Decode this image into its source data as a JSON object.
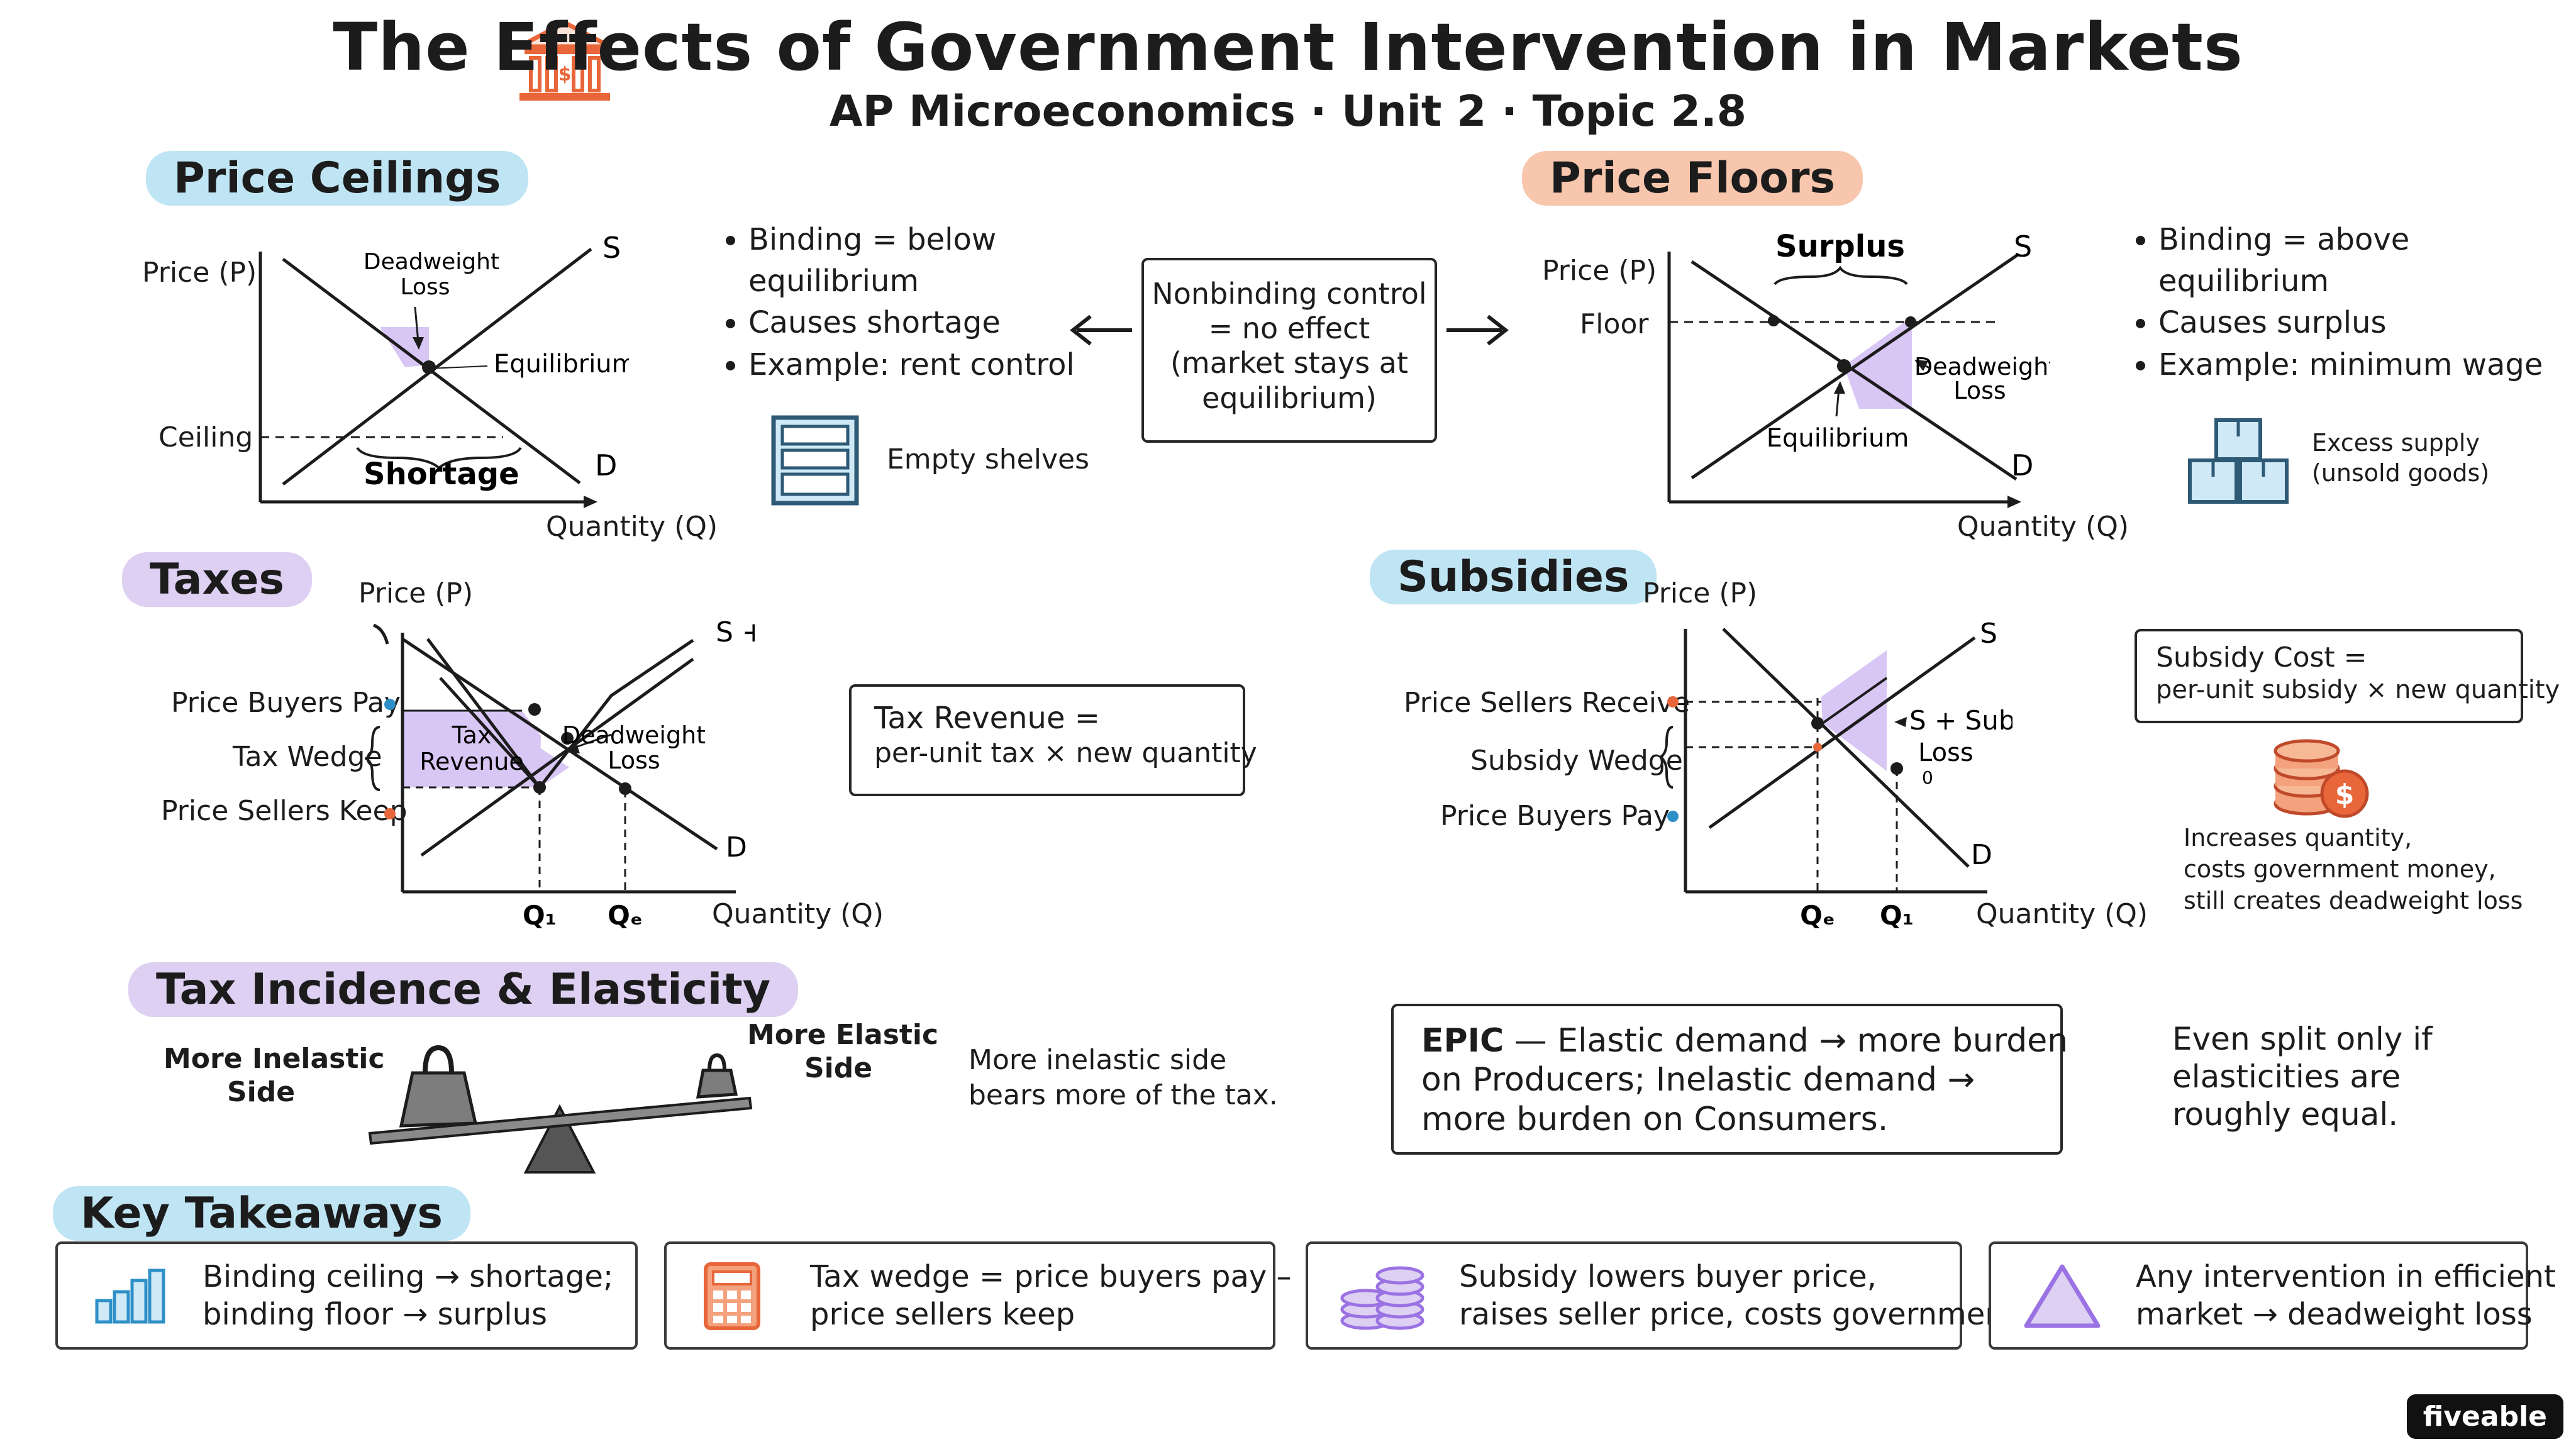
{
  "header": {
    "title": "The Effects of Government Intervention in Markets",
    "subtitle": "AP Microeconomics · Unit 2 · Topic 2.8",
    "icon": "bank-building-icon"
  },
  "price_ceilings": {
    "heading": "Price Ceilings",
    "y_label": "Price (P)",
    "x_label": "Quantity (Q)",
    "supply": "S",
    "demand": "D",
    "ceiling": "Ceiling",
    "dwl_line1": "Deadweight",
    "dwl_line2": "Loss",
    "equilibrium": "Equilibrium",
    "shortage": "Shortage",
    "bullets": [
      "Binding = below equilibrium",
      "Causes shortage",
      "Example: rent control"
    ],
    "shelf_caption": "Empty shelves"
  },
  "nonbinding": {
    "line1": "Nonbinding control",
    "line2": "= no effect",
    "line3": "(market stays at",
    "line4": "equilibrium)"
  },
  "price_floors": {
    "heading": "Price Floors",
    "y_label": "Price (P)",
    "x_label": "Quantity (Q)",
    "supply": "S",
    "demand": "D",
    "floor": "Floor",
    "surplus": "Surplus",
    "dwl_line1": "Deadweight",
    "dwl_line2": "Loss",
    "equilibrium": "Equilibrium",
    "bullets": [
      "Binding = above equilibrium",
      "Causes surplus",
      "Example: minimum wage"
    ],
    "boxes_line1": "Excess supply",
    "boxes_line2": "(unsold goods)"
  },
  "taxes": {
    "heading": "Taxes",
    "y_label": "Price (P)",
    "x_label": "Quantity (Q)",
    "supply_tax": "S + Tax",
    "demand": "D",
    "buyers": "Price Buyers Pay",
    "wedge": "Tax Wedge",
    "sellers": "Price Sellers Keep",
    "rev_line1": "Tax",
    "rev_line2": "Revenue",
    "dwl_line1": "Deadweight",
    "dwl_line2": "Loss",
    "q1": "Q₁",
    "qe": "Qₑ",
    "formula_line1": "Tax Revenue =",
    "formula_line2": "per-unit tax × new quantity"
  },
  "subsidies": {
    "heading": "Subsidies",
    "y_label": "Price (P)",
    "x_label": "Quantity (Q)",
    "supply": "S",
    "supply_subsidy": "S + Subsidy",
    "demand": "D",
    "sellers": "Price Sellers Receive",
    "wedge": "Subsidy Wedge",
    "buyers": "Price Buyers Pay",
    "loss": "Loss",
    "loss_mark": "0",
    "qe": "Qₑ",
    "q1": "Q₁",
    "formula_line1": "Subsidy Cost =",
    "formula_line2": "per-unit subsidy × new quantity",
    "note_line1": "Increases quantity,",
    "note_line2": "costs government money,",
    "note_line3": "still creates deadweight loss"
  },
  "incidence": {
    "heading": "Tax Incidence & Elasticity",
    "inelastic_line1": "More Inelastic",
    "inelastic_line2": "Side",
    "elastic_line1": "More Elastic",
    "elastic_line2": "Side",
    "bears_line1": "More inelastic side",
    "bears_line2": "bears more of the tax.",
    "epic_bold": "EPIC",
    "epic_line1_rest": " — Elastic demand → more burden",
    "epic_line2": "on Producers; Inelastic demand →",
    "epic_line3": "more burden on Consumers.",
    "split_line1": "Even split only if",
    "split_line2": "elasticities are",
    "split_line3": "roughly equal."
  },
  "takeaways": {
    "heading": "Key Takeaways",
    "cards": [
      {
        "line1": "Binding ceiling → shortage;",
        "line2": "binding floor → surplus",
        "icon": "bar-chart-icon"
      },
      {
        "line1": "Tax wedge = price buyers pay –",
        "line2": "price sellers keep",
        "icon": "calculator-icon"
      },
      {
        "line1": "Subsidy lowers buyer price,",
        "line2": "raises seller price, costs government",
        "icon": "coin-stack-icon"
      },
      {
        "line1": "Any intervention in efficient",
        "line2": "market → deadweight loss",
        "icon": "triangle-icon"
      }
    ]
  },
  "brand": "fiveable",
  "colors": {
    "blue_highlight": "#bfe5f4",
    "peach_highlight": "#f8c6ad",
    "purple_highlight": "#ddd0f2",
    "dwl_fill": "#d8c6f5",
    "accent_orange": "#e8663a",
    "accent_blue": "#2d8fc7",
    "accent_purple": "#9b72e3"
  }
}
